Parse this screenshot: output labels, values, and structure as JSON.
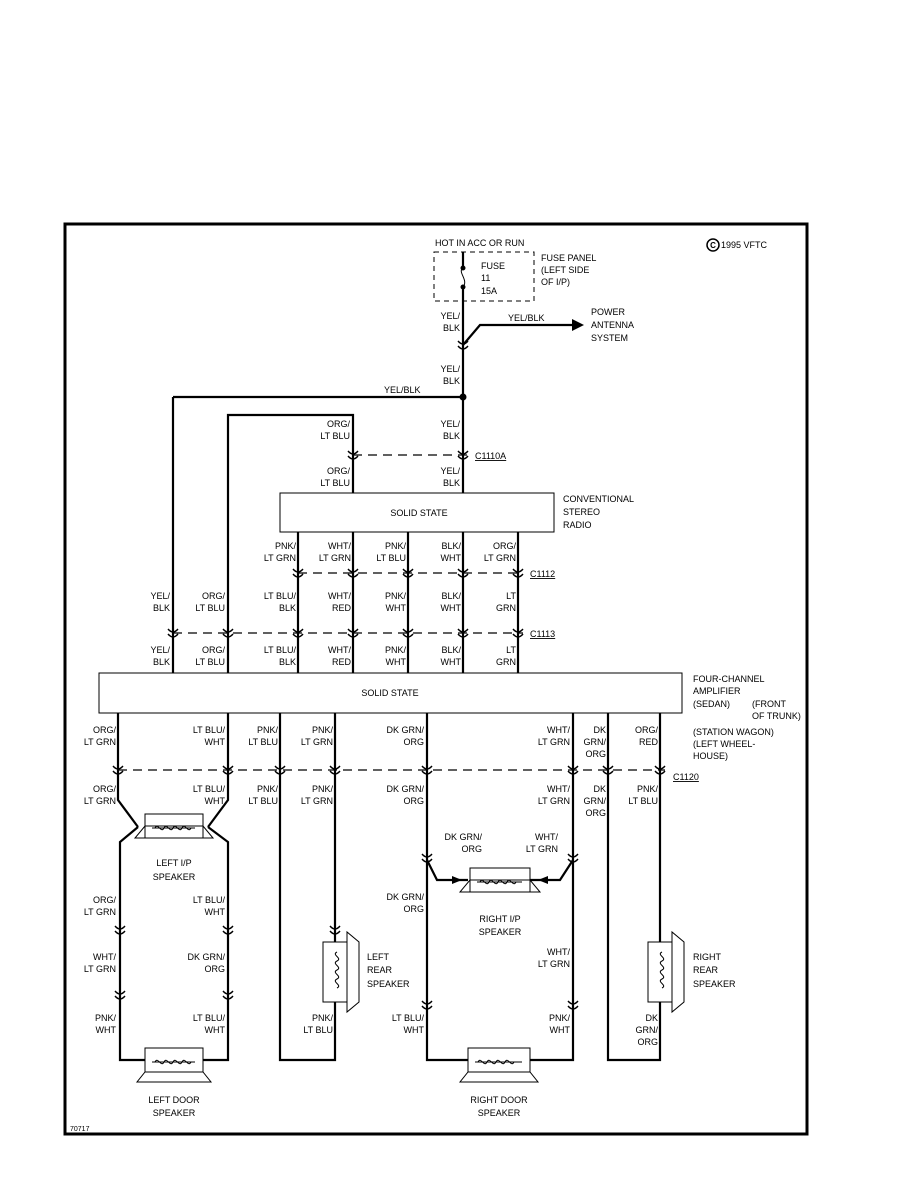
{
  "labels": {
    "hot": "HOT IN ACC OR RUN",
    "copyright": "1995 VFTC",
    "copyright_mark": "C",
    "fuse": "FUSE",
    "fuse_no": "11",
    "fuse_amp": "15A",
    "fuse_panel": [
      "FUSE PANEL",
      "(LEFT SIDE",
      "OF I/P)"
    ],
    "antenna_wire": "YEL/BLK",
    "antenna": [
      "POWER",
      "ANTENNA",
      "SYSTEM"
    ],
    "yelblk_left": "YEL/BLK",
    "radio_solid": "SOLID STATE",
    "radio": [
      "CONVENTIONAL",
      "STEREO",
      "RADIO"
    ],
    "amp_solid": "SOLID STATE",
    "amp": [
      "FOUR-CHANNEL",
      "AMPLIFIER",
      "(SEDAN)",
      "(FRONT",
      "OF TRUNK)",
      "(STATION WAGON)",
      "(LEFT WHEEL-",
      "HOUSE)"
    ],
    "c1110a": "C1110A",
    "c1112": "C1112",
    "c1113": "C1113",
    "c1120": "C1120",
    "left_ip": [
      "LEFT I/P",
      "SPEAKER"
    ],
    "right_ip": [
      "RIGHT I/P",
      "SPEAKER"
    ],
    "left_rear": [
      "LEFT",
      "REAR",
      "SPEAKER"
    ],
    "right_rear": [
      "RIGHT",
      "REAR",
      "SPEAKER"
    ],
    "left_door": [
      "LEFT DOOR",
      "SPEAKER"
    ],
    "right_door": [
      "RIGHT DOOR",
      "SPEAKER"
    ],
    "page_code": "70717"
  },
  "wire_labels": [
    {
      "id": "w1",
      "lines": [
        "YEL/",
        "BLK"
      ]
    },
    {
      "id": "w2",
      "lines": [
        "YEL/",
        "BLK"
      ]
    },
    {
      "id": "w3",
      "lines": [
        "YEL/",
        "BLK"
      ]
    },
    {
      "id": "w4",
      "lines": [
        "ORG/",
        "LT BLU"
      ]
    },
    {
      "id": "w5",
      "lines": [
        "ORG/",
        "LT BLU"
      ]
    },
    {
      "id": "w6",
      "lines": [
        "YEL/",
        "BLK"
      ]
    },
    {
      "id": "w7",
      "lines": [
        "PNK/",
        "LT GRN"
      ]
    },
    {
      "id": "w8",
      "lines": [
        "WHT/",
        "LT GRN"
      ]
    },
    {
      "id": "w9",
      "lines": [
        "PNK/",
        "LT BLU"
      ]
    },
    {
      "id": "w10",
      "lines": [
        "BLK/",
        "WHT"
      ]
    },
    {
      "id": "w11",
      "lines": [
        "ORG/",
        "LT GRN"
      ]
    },
    {
      "id": "w12",
      "lines": [
        "YEL/",
        "BLK"
      ]
    },
    {
      "id": "w13",
      "lines": [
        "ORG/",
        "LT BLU"
      ]
    },
    {
      "id": "w14",
      "lines": [
        "LT BLU/",
        "BLK"
      ]
    },
    {
      "id": "w15",
      "lines": [
        "WHT/",
        "RED"
      ]
    },
    {
      "id": "w16",
      "lines": [
        "PNK/",
        "WHT"
      ]
    },
    {
      "id": "w17",
      "lines": [
        "BLK/",
        "WHT"
      ]
    },
    {
      "id": "w18",
      "lines": [
        "LT",
        "GRN"
      ]
    },
    {
      "id": "w19",
      "lines": [
        "YEL/",
        "BLK"
      ]
    },
    {
      "id": "w20",
      "lines": [
        "ORG/",
        "LT BLU"
      ]
    },
    {
      "id": "w21",
      "lines": [
        "LT BLU/",
        "BLK"
      ]
    },
    {
      "id": "w22",
      "lines": [
        "WHT/",
        "RED"
      ]
    },
    {
      "id": "w23",
      "lines": [
        "PNK/",
        "WHT"
      ]
    },
    {
      "id": "w24",
      "lines": [
        "BLK/",
        "WHT"
      ]
    },
    {
      "id": "w25",
      "lines": [
        "LT",
        "GRN"
      ]
    },
    {
      "id": "w26",
      "lines": [
        "ORG/",
        "LT GRN"
      ]
    },
    {
      "id": "w27",
      "lines": [
        "LT BLU/",
        "WHT"
      ]
    },
    {
      "id": "w28",
      "lines": [
        "PNK/",
        "LT BLU"
      ]
    },
    {
      "id": "w29",
      "lines": [
        "PNK/",
        "LT GRN"
      ]
    },
    {
      "id": "w30",
      "lines": [
        "DK GRN/",
        "ORG"
      ]
    },
    {
      "id": "w31",
      "lines": [
        "WHT/",
        "LT GRN"
      ]
    },
    {
      "id": "w32",
      "lines": [
        "DK",
        "GRN/",
        "ORG"
      ]
    },
    {
      "id": "w33",
      "lines": [
        "ORG/",
        "RED"
      ]
    },
    {
      "id": "w34",
      "lines": [
        "ORG/",
        "LT GRN"
      ]
    },
    {
      "id": "w35",
      "lines": [
        "LT BLU/",
        "WHT"
      ]
    },
    {
      "id": "w36",
      "lines": [
        "PNK/",
        "LT BLU"
      ]
    },
    {
      "id": "w37",
      "lines": [
        "PNK/",
        "LT GRN"
      ]
    },
    {
      "id": "w38",
      "lines": [
        "DK GRN/",
        "ORG"
      ]
    },
    {
      "id": "w39",
      "lines": [
        "WHT/",
        "LT GRN"
      ]
    },
    {
      "id": "w40",
      "lines": [
        "DK",
        "GRN/",
        "ORG"
      ]
    },
    {
      "id": "w41",
      "lines": [
        "PNK/",
        "LT BLU"
      ]
    },
    {
      "id": "w42",
      "lines": [
        "DK GRN/",
        "ORG"
      ]
    },
    {
      "id": "w43",
      "lines": [
        "WHT/",
        "LT GRN"
      ]
    },
    {
      "id": "w44",
      "lines": [
        "ORG/",
        "LT GRN"
      ]
    },
    {
      "id": "w45",
      "lines": [
        "LT BLU/",
        "WHT"
      ]
    },
    {
      "id": "w46",
      "lines": [
        "DK GRN/",
        "ORG"
      ]
    },
    {
      "id": "w47",
      "lines": [
        "WHT/",
        "LT GRN"
      ]
    },
    {
      "id": "w48",
      "lines": [
        "DK GRN/",
        "ORG"
      ]
    },
    {
      "id": "w49",
      "lines": [
        "PNK/",
        "LT BLU"
      ]
    },
    {
      "id": "w50",
      "lines": [
        "WHT/",
        "LT GRN"
      ]
    },
    {
      "id": "w51",
      "lines": [
        "PNK/",
        "WHT"
      ]
    },
    {
      "id": "w52",
      "lines": [
        "LT BLU/",
        "WHT"
      ]
    },
    {
      "id": "w53",
      "lines": [
        "PNK/",
        "LT BLU"
      ]
    },
    {
      "id": "w54",
      "lines": [
        "LT BLU/",
        "WHT"
      ]
    },
    {
      "id": "w55",
      "lines": [
        "PNK/",
        "WHT"
      ]
    },
    {
      "id": "w56",
      "lines": [
        "DK",
        "GRN/",
        "ORG"
      ]
    }
  ]
}
